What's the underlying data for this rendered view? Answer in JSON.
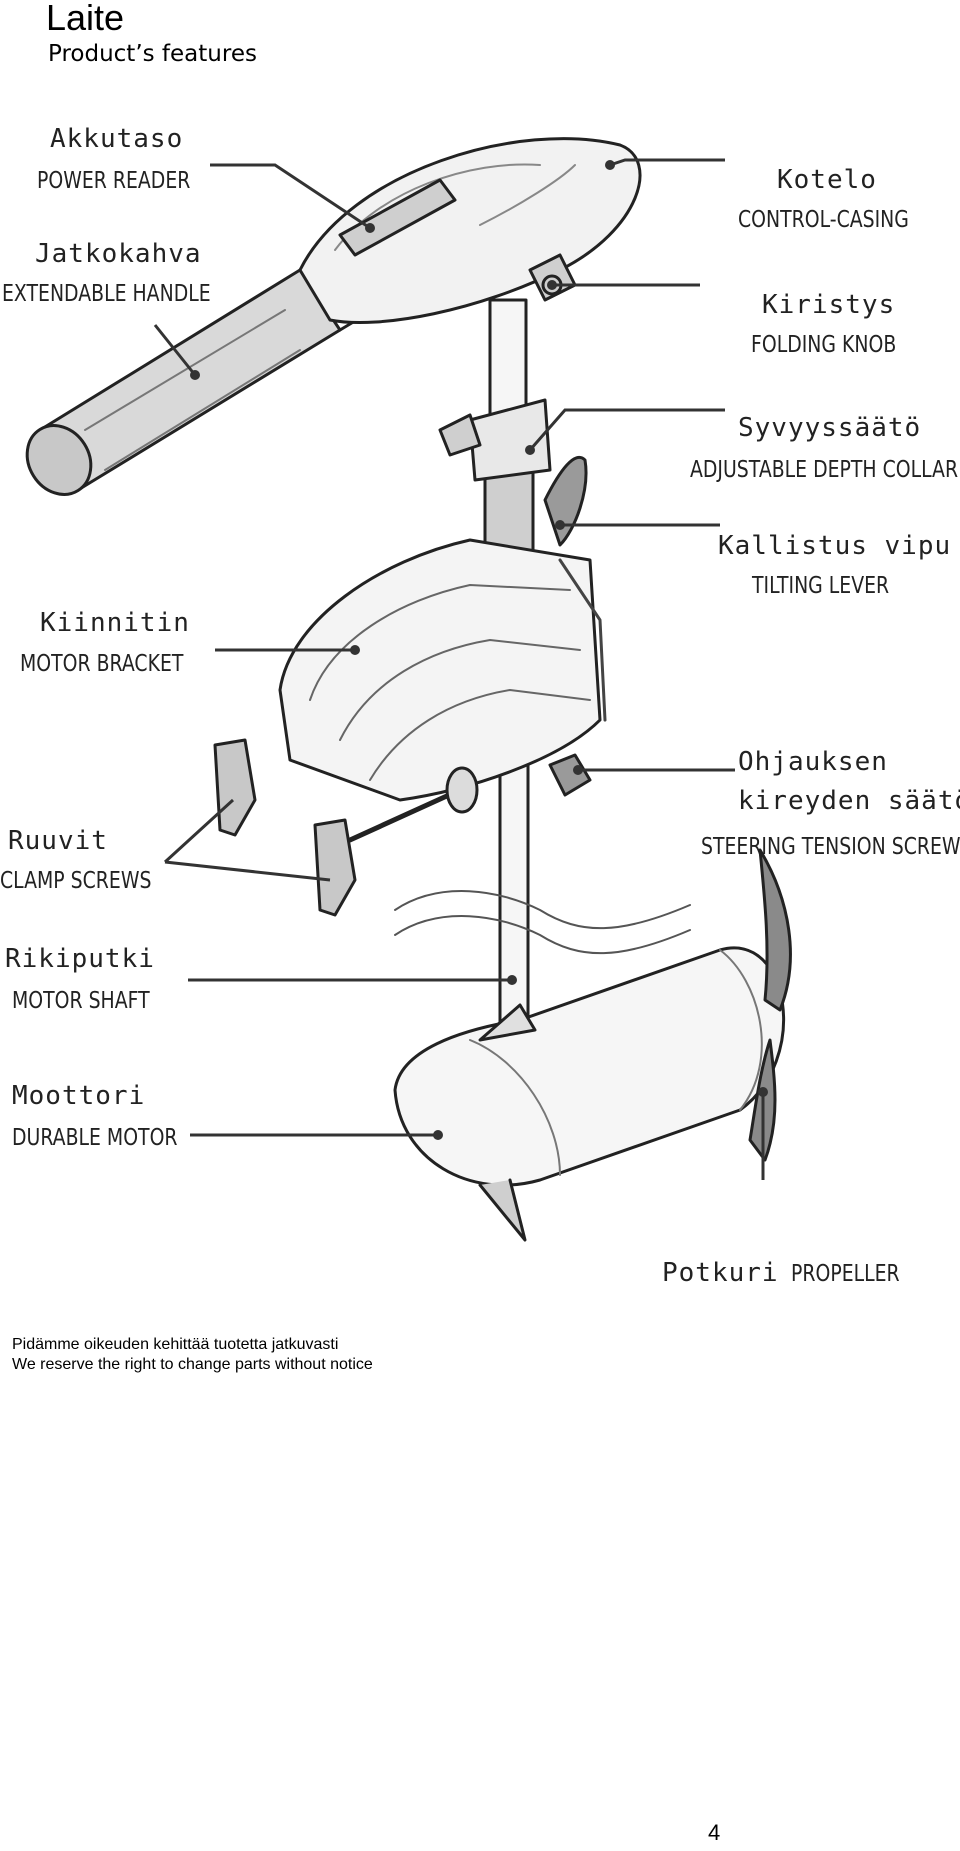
{
  "header": {
    "title": "Laite",
    "subtitle": "Product’s features"
  },
  "parts": [
    {
      "fi": "Akkutaso",
      "en": "POWER READER"
    },
    {
      "fi": "Jatkokahva",
      "en": "EXTENDABLE HANDLE"
    },
    {
      "fi": "Kotelo",
      "en": "CONTROL-CASING"
    },
    {
      "fi": "Kiristys",
      "en": "FOLDING KNOB"
    },
    {
      "fi": "Syvyyssäätö",
      "en": "ADJUSTABLE DEPTH COLLAR"
    },
    {
      "fi": "Kallistus vipu",
      "en": "TILTING LEVER"
    },
    {
      "fi": "Kiinnitin",
      "en": "MOTOR BRACKET"
    },
    {
      "fi": "Ohjauksen",
      "fi2": "kireyden säätö",
      "en": "STEERING TENSION SCREW"
    },
    {
      "fi": "Ruuvit",
      "en": "CLAMP SCREWS"
    },
    {
      "fi": "Rikiputki",
      "en": "MOTOR SHAFT"
    },
    {
      "fi": "Moottori",
      "en": "DURABLE MOTOR"
    },
    {
      "fi": "Potkuri",
      "en": "PROPELLER"
    }
  ],
  "footnote": {
    "line1": "Pidämme oikeuden kehittää tuotetta jatkuvasti",
    "line2": "We reserve the right to change parts without notice"
  },
  "page_number": "4"
}
